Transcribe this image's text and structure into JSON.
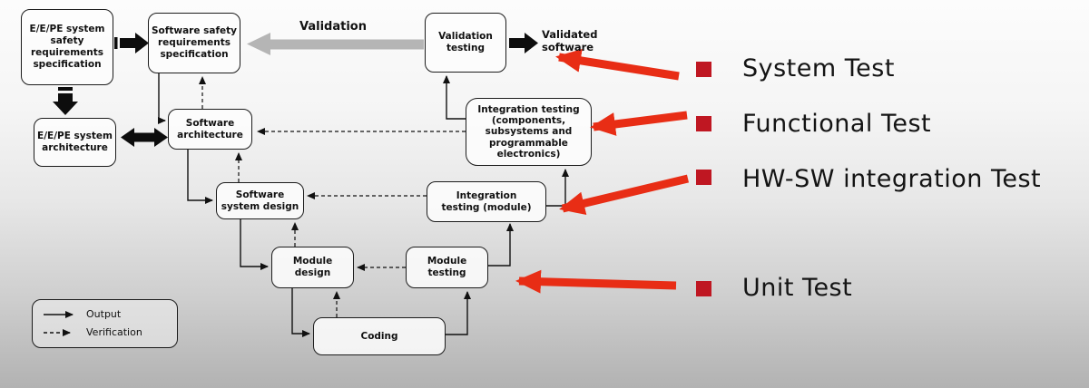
{
  "title": "Software safety lifecycle V-model with test levels",
  "colors": {
    "red_arrow": "#e82d15",
    "bullet_red": "#bf1722",
    "gray_validation_arrow": "#b5b5b5",
    "box_border": "#1c1c1c"
  },
  "diagram": {
    "boxes": {
      "eepe_srs": "E/E/PE system\nsafety\nrequirements\nspecification",
      "sw_safety_req": "Software safety\nrequirements\nspecification",
      "eepe_arch": "E/E/PE system\narchitecture",
      "sw_arch": "Software\narchitecture",
      "validation_testing": "Validation\ntesting",
      "integration_testing_sys": "Integration testing\n(components,\nsubsystems and\nprogrammable\nelectronics)",
      "sw_system_design": "Software\nsystem design",
      "integration_testing_module": "Integration\ntesting (module)",
      "module_design": "Module\ndesign",
      "module_testing": "Module\ntesting",
      "coding": "Coding"
    },
    "flow_labels": {
      "validation": "Validation",
      "validated_software": "Validated\nsoftware"
    }
  },
  "legend": {
    "output": "Output",
    "verification": "Verification"
  },
  "annotations": {
    "items": [
      {
        "label": "System Test"
      },
      {
        "label": "Functional Test"
      },
      {
        "label": "HW-SW integration Test"
      },
      {
        "label": "Unit Test"
      }
    ]
  }
}
